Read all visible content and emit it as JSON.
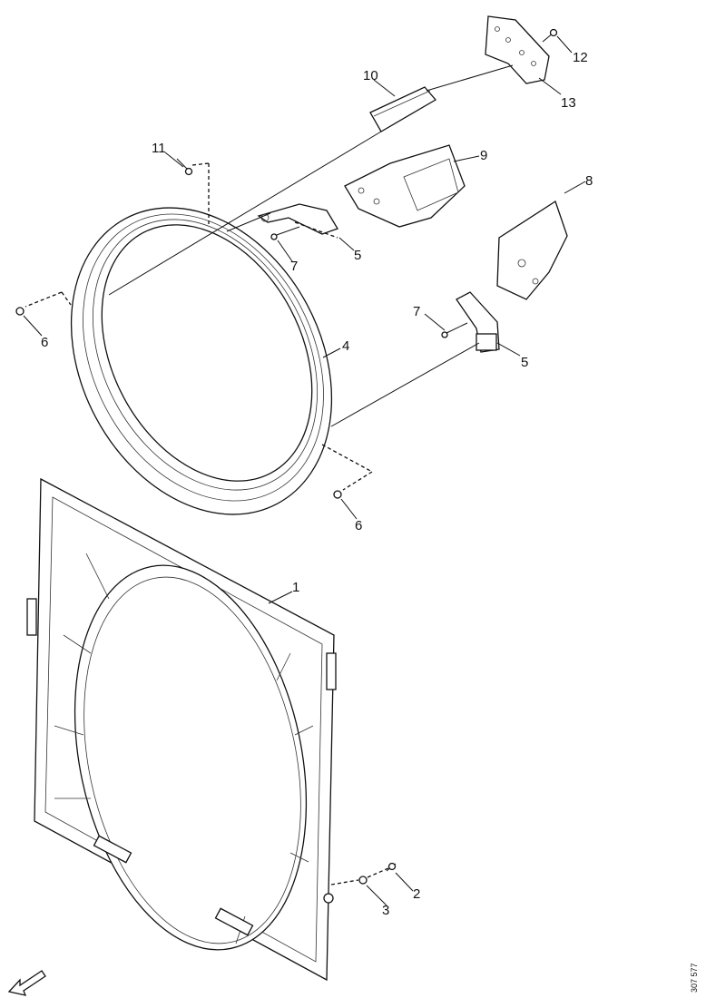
{
  "diagram": {
    "reference_code": "307 577",
    "callouts": [
      {
        "id": "c1",
        "label": "1"
      },
      {
        "id": "c2",
        "label": "2"
      },
      {
        "id": "c3",
        "label": "3"
      },
      {
        "id": "c4",
        "label": "4"
      },
      {
        "id": "c5a",
        "label": "5"
      },
      {
        "id": "c5b",
        "label": "5"
      },
      {
        "id": "c6a",
        "label": "6"
      },
      {
        "id": "c6b",
        "label": "6"
      },
      {
        "id": "c7a",
        "label": "7"
      },
      {
        "id": "c7b",
        "label": "7"
      },
      {
        "id": "c8",
        "label": "8"
      },
      {
        "id": "c9",
        "label": "9"
      },
      {
        "id": "c10",
        "label": "10"
      },
      {
        "id": "c11",
        "label": "11"
      },
      {
        "id": "c12",
        "label": "12"
      },
      {
        "id": "c13",
        "label": "13"
      }
    ]
  }
}
